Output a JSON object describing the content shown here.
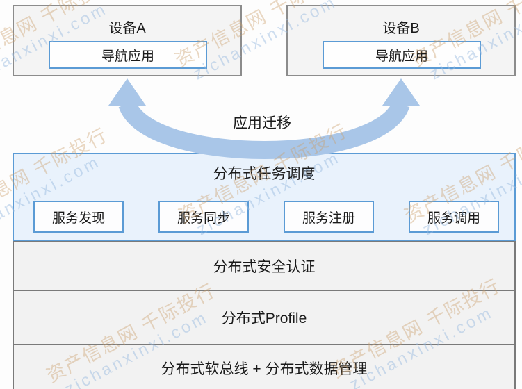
{
  "diagram": {
    "devices": [
      {
        "title": "设备A",
        "app": "导航应用"
      },
      {
        "title": "设备B",
        "app": "导航应用"
      }
    ],
    "migration_label": "应用迁移",
    "task_scheduling": {
      "title": "分布式任务调度",
      "services": [
        "服务发现",
        "服务同步",
        "服务注册",
        "服务调用"
      ]
    },
    "layers": [
      "分布式安全认证",
      "分布式Profile",
      "分布式软总线 + 分布式数据管理"
    ]
  },
  "watermark": {
    "line1": "资产信息网 千际投行",
    "line2": "zichanxinxi.com"
  },
  "colors": {
    "accent_blue_border": "#5b9bd5",
    "arrow_blue": "#a9c6e8",
    "panel_blue_fill": "#e9f2fc",
    "device_fill": "#f4f4f4",
    "layer_fill": "#f2f2f2",
    "gray_border": "#7a7a7a",
    "text": "#1a1a1a"
  }
}
